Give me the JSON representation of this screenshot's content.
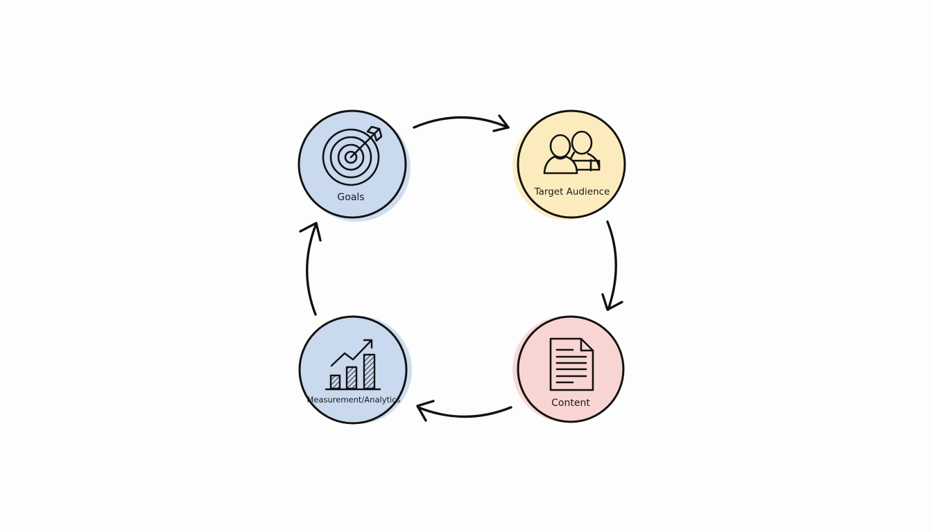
{
  "diagram": {
    "type": "cycle",
    "direction": "clockwise",
    "colors": {
      "background": "#fdfdfd",
      "outline": "#111111",
      "goals_fill": "#c9d9ee",
      "audience_fill": "#fcecbd",
      "content_fill": "#f8d5d3",
      "analytics_fill": "#c9d9ee"
    },
    "nodes": [
      {
        "id": "goals",
        "label": "Goals",
        "icon": "target-icon"
      },
      {
        "id": "target-audience",
        "label": "Target Audience",
        "icon": "people-icon"
      },
      {
        "id": "content",
        "label": "Content",
        "icon": "document-icon"
      },
      {
        "id": "measurement-analytics",
        "label": "Measurement/Analytics",
        "icon": "bar-chart-icon"
      }
    ],
    "edges": [
      {
        "from": "goals",
        "to": "target-audience"
      },
      {
        "from": "target-audience",
        "to": "content"
      },
      {
        "from": "content",
        "to": "measurement-analytics"
      },
      {
        "from": "measurement-analytics",
        "to": "goals"
      }
    ]
  }
}
